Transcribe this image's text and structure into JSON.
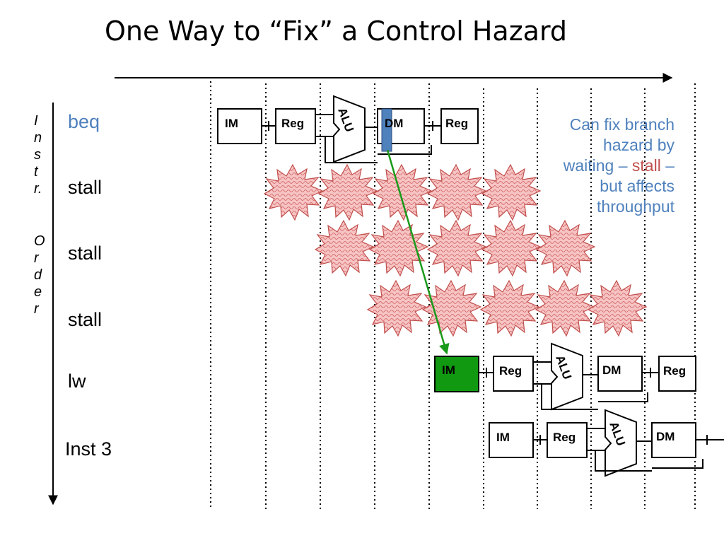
{
  "title": "One Way to “Fix” a Control Hazard",
  "axis_label_letters": [
    "I",
    "n",
    "s",
    "t",
    "r.",
    "O",
    "r",
    "d",
    "e",
    "r"
  ],
  "rows": [
    {
      "label": "beq",
      "color": "#4f81bd"
    },
    {
      "label": "stall",
      "color": "#000000"
    },
    {
      "label": "stall",
      "color": "#000000"
    },
    {
      "label": "stall",
      "color": "#000000"
    },
    {
      "label": "lw",
      "color": "#000000"
    },
    {
      "label": "Inst 3",
      "color": "#000000"
    }
  ],
  "stage_labels": {
    "im": "IM",
    "reg": "Reg",
    "alu": "ALU",
    "dm": "DM",
    "reg_wb": "Reg"
  },
  "note": {
    "part1": "Can fix branch hazard by waiting – ",
    "highlight": "stall",
    "part2": " – but affects throughput"
  },
  "colors": {
    "note_text": "#4f81bd",
    "stall_text": "#c0504d",
    "forward_arrow": "#1a9a1a",
    "im_highlight": "#119911",
    "dm_highlight": "#4f81bd",
    "bubble_fill": "#f5b8b8",
    "bubble_stroke": "#c0504d"
  }
}
